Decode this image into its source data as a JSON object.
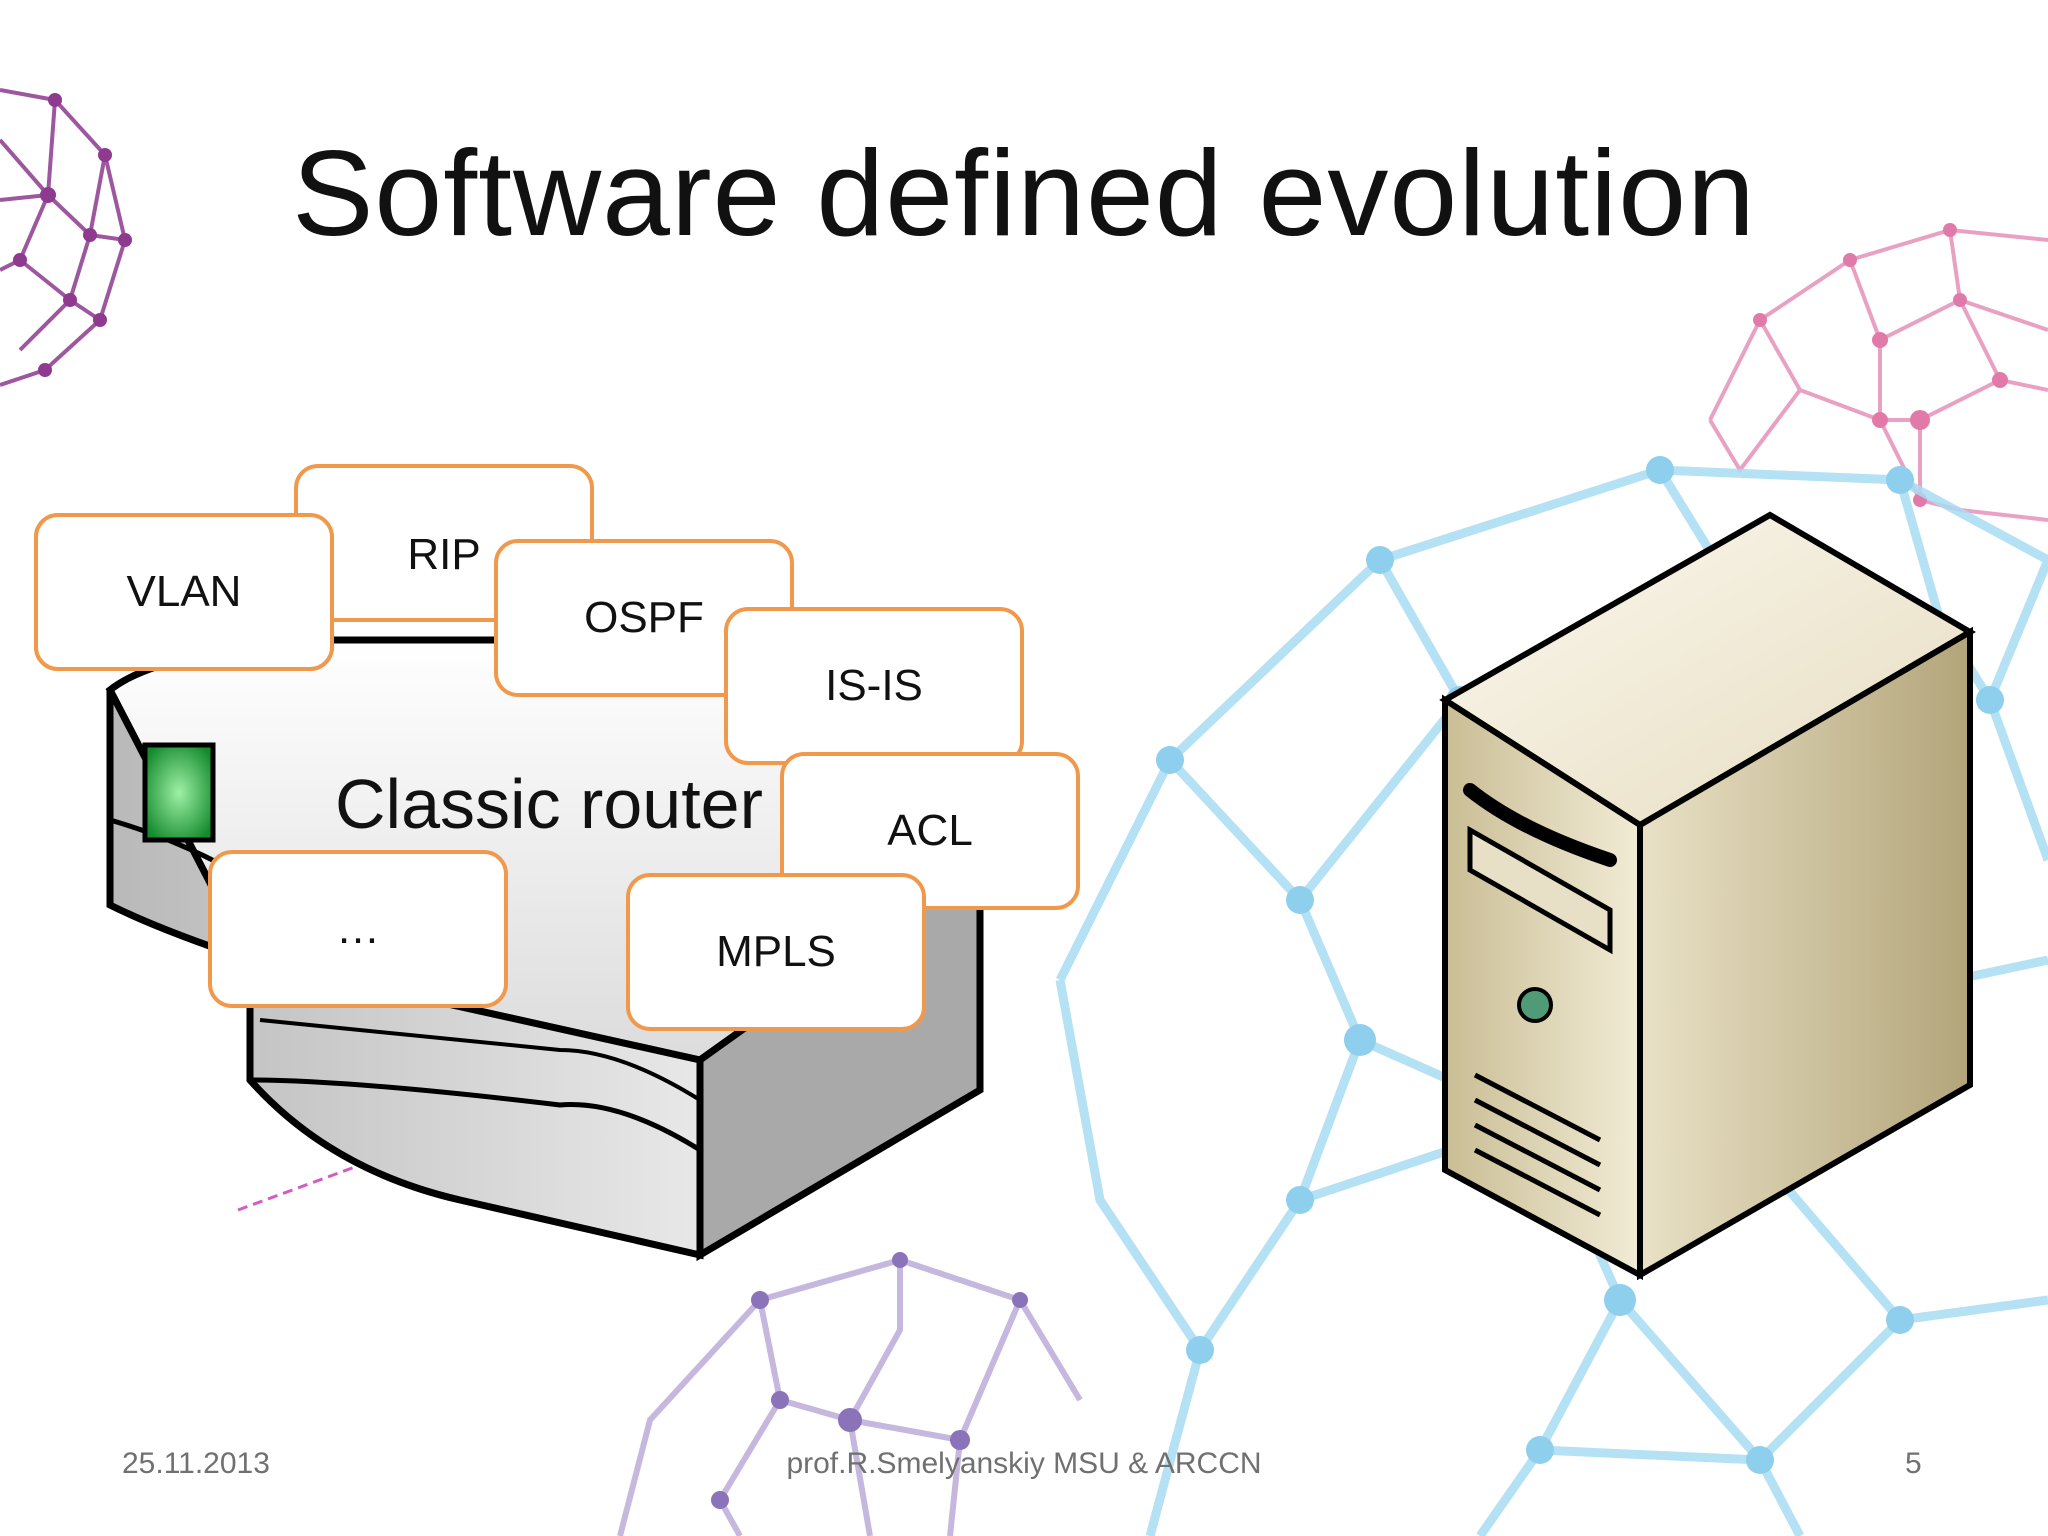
{
  "slide": {
    "title": "Software defined evolution",
    "router_label": "Classic router",
    "tags": {
      "vlan": "VLAN",
      "rip": "RIP",
      "ospf": "OSPF",
      "isis": "IS-IS",
      "acl": "ACL",
      "ellipsis": "…",
      "mpls": "MPLS"
    },
    "footer": {
      "date": "25.11.2013",
      "author": "prof.R.Smelyanskiy MSU & ARCCN",
      "page_number": "5"
    }
  },
  "colors": {
    "tag_border": "#f0994c",
    "accent_blue": "#7dc6ea",
    "accent_pink": "#d64f8e",
    "accent_purple": "#6b4aa0",
    "server_body": "#d8cfb0"
  }
}
